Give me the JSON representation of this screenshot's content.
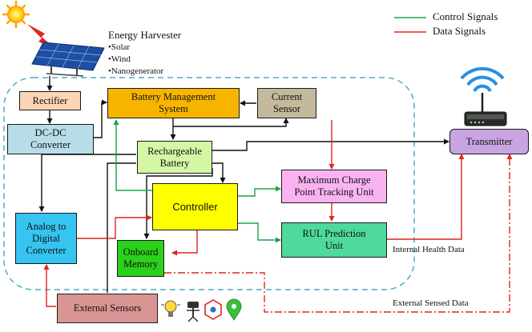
{
  "legend": {
    "control_label": "Control Signals",
    "data_label": "Data Signals",
    "control_color": "#1aa34a",
    "data_color": "#e0251b"
  },
  "harvester": {
    "title": "Energy Harvester",
    "items": [
      "•Solar",
      "•Wind",
      "•Nanogenerator"
    ]
  },
  "blocks": {
    "rectifier": "Rectifier",
    "dcdc": [
      "DC-DC",
      "Converter"
    ],
    "bms": [
      "Battery Management",
      "System"
    ],
    "current_sensor": [
      "Current",
      "Sensor"
    ],
    "battery": [
      "Rechargeable",
      "Battery"
    ],
    "controller": "Controller",
    "mcpt": [
      "Maximum Charge",
      "Point Tracking Unit"
    ],
    "rul": [
      "RUL Prediction",
      "Unit"
    ],
    "adc": [
      "Analog to",
      "Digital",
      "Converter"
    ],
    "memory": [
      "Onboard",
      "Memory"
    ],
    "external_sensors": "External Sensors",
    "transmitter": "Transmitter"
  },
  "annotations": {
    "internal": "Internal Health Data",
    "external": "External Sensed Data"
  },
  "colors": {
    "rectifier": "#fbd5b5",
    "dcdc": "#b7dde8",
    "bms": "#f7b500",
    "current_sensor": "#c4b99c",
    "battery": "#d4f7a6",
    "controller": "#ffff00",
    "mcpt": "#f9b3f0",
    "rul": "#4fd99a",
    "adc": "#35c5f0",
    "memory": "#2bd11a",
    "external_sensors": "#d99594",
    "transmitter": "#c9a4e2",
    "boundary": "#4bacc6"
  }
}
